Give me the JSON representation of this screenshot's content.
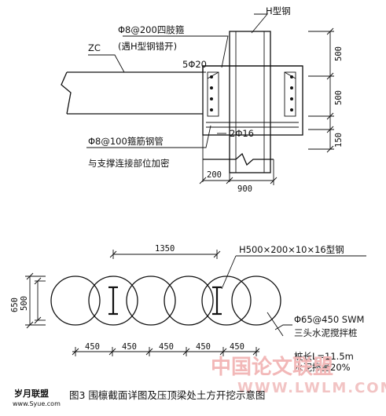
{
  "labels": {
    "h_steel": "H型钢",
    "stirrup": "Φ8@200四肢箍",
    "stirrup_note": "(遇H型钢错开)",
    "zc": "ZC",
    "bars_top": "5Φ20",
    "bars_bottom": "2Φ16",
    "pipe": "Φ8@100箍筋钢管",
    "pipe_note": "与支撑连接部位加密",
    "h_section": "H500×200×10×16型钢",
    "pile": "Φ65@450 SWM",
    "pile_note": "三头水泥搅拌桩",
    "pile_length": "桩长L=11.5m",
    "cement": "水泥掺量20%"
  },
  "dimensions": {
    "right_500_upper": "500",
    "right_500_lower": "500",
    "right_150": "150",
    "bottom_200": "200",
    "bottom_900": "900",
    "span_1350": "1350",
    "left_650": "650",
    "left_500": "500",
    "pitch": [
      "450",
      "450",
      "450",
      "450",
      "450"
    ]
  },
  "caption": "图3  围檩截面详图及压顶梁处土方开挖示意图",
  "site_logo": "岁月联盟",
  "site_url": "www.Syue.com",
  "watermark": "中国论文联盟",
  "watermark_url": "WWW.LWLM.COM"
}
